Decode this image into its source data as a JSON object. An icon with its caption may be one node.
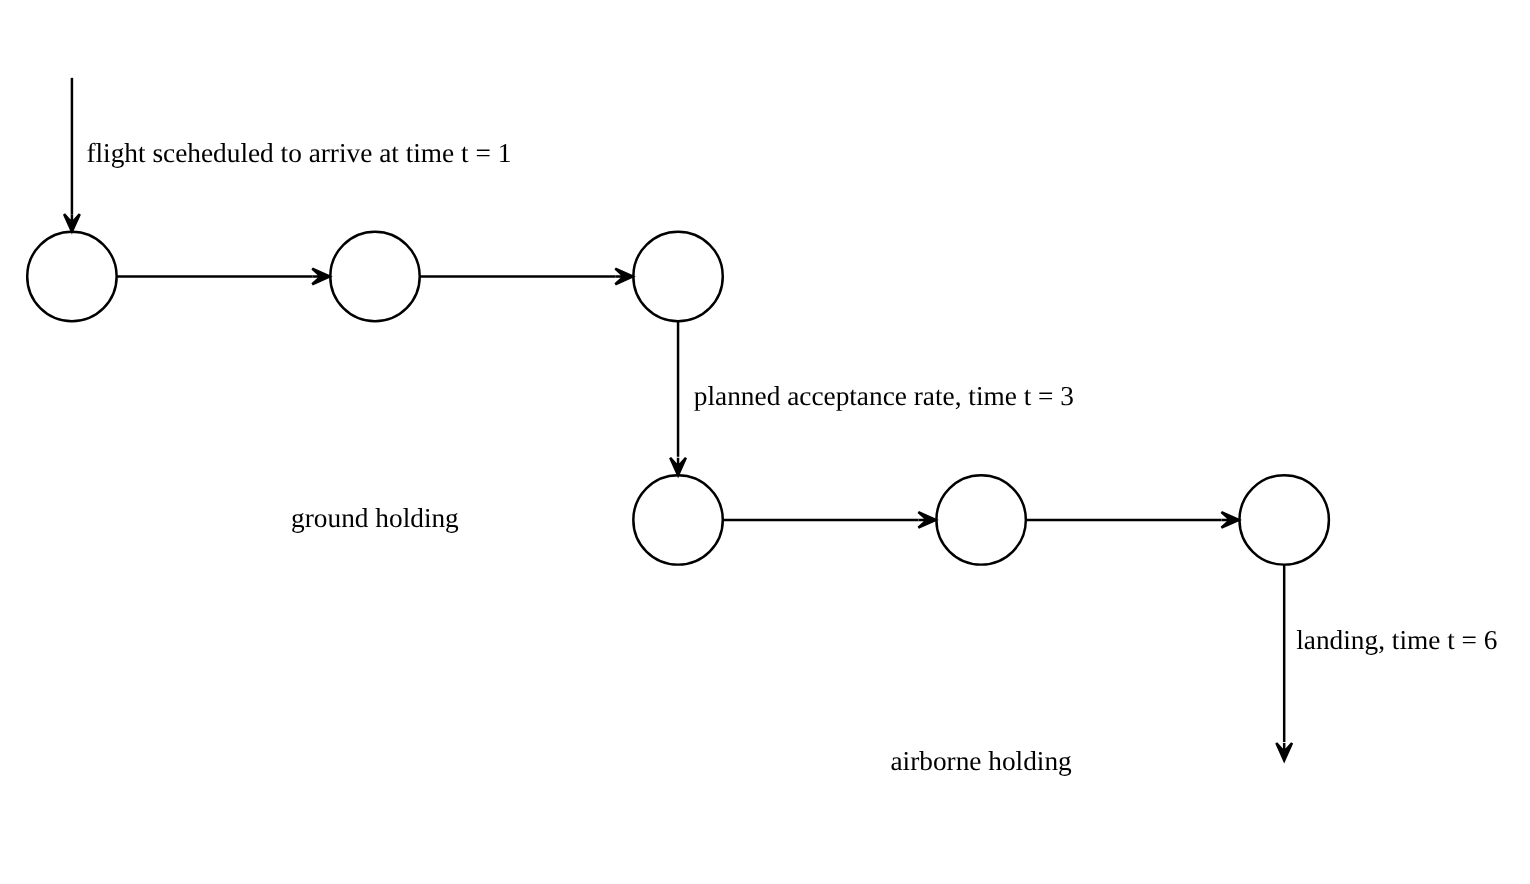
{
  "diagram": {
    "nodes": [
      {
        "text": [],
        "shape": "circle"
      },
      {
        "text": [],
        "shape": "circle"
      },
      {
        "text": [],
        "shape": "circle"
      },
      {
        "text": [],
        "shape": "circle"
      },
      {
        "text": [],
        "shape": "circle"
      },
      {
        "text": [],
        "shape": "circle"
      }
    ],
    "edges": [
      {
        "from": null,
        "to": 0,
        "arrow": "to",
        "label": "flight sceheduled to arrive at time t = 1"
      },
      {
        "from": 0,
        "to": 1,
        "arrow": "to"
      },
      {
        "from": 1,
        "to": 2,
        "arrow": "to"
      },
      {
        "from": 2,
        "to": 3,
        "arrow": "to",
        "label": "planned acceptance rate, time t = 3"
      },
      {
        "from": 3,
        "to": 4,
        "arrow": "to"
      },
      {
        "from": 4,
        "to": 5,
        "arrow": "to"
      },
      {
        "from": 5,
        "to": null,
        "arrow": "to",
        "label": "landing, time t = 6"
      }
    ],
    "labels": [
      "ground holding",
      "airborne holding"
    ]
  }
}
